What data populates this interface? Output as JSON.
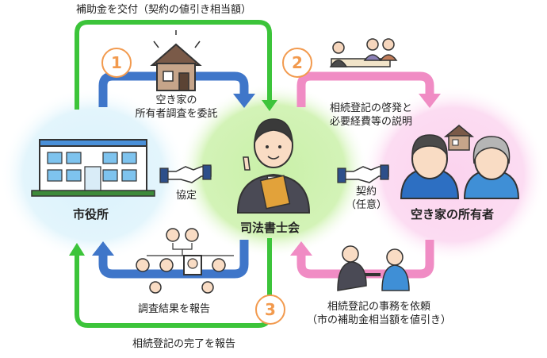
{
  "top_label": "補助金を交付（契約の値引き相当額）",
  "bottom_label": "相続登記の完了を報告",
  "step1": {
    "number": "1",
    "text_line1": "空き家の",
    "text_line2": "所有者調査を委託"
  },
  "step2": {
    "number": "2",
    "text_line1": "相続登記の啓発と",
    "text_line2": "必要経費等の説明"
  },
  "step3": {
    "number": "3"
  },
  "city_hall": {
    "label": "市役所"
  },
  "scrivener": {
    "label": "司法書士会"
  },
  "owner": {
    "label": "空き家の所有者"
  },
  "agreement": {
    "label": "協定"
  },
  "contract": {
    "line1": "契約",
    "line2": "（任意）"
  },
  "survey_report": {
    "label": "調査結果を報告"
  },
  "request": {
    "line1": "相続登記の事務を依頼",
    "line2": "（市の補助金相当額を値引き）"
  },
  "colors": {
    "green_arrow": "#3cc43a",
    "blue_arrow": "#3f76c9",
    "pink_arrow": "#f08cc4",
    "orange_number": "#f29a4e",
    "city_bg": "#d9f1fb",
    "scrivener_bg": "#c9f0a8",
    "owner_bg": "#fbd3ee"
  }
}
